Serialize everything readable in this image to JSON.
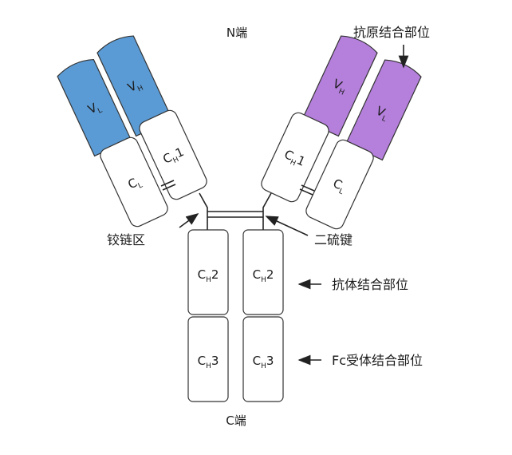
{
  "labels": {
    "n_terminus": "N端",
    "c_terminus": "C端",
    "antigen_site": "抗原结合部位",
    "hinge": "铰链区",
    "disulfide": "二硫键",
    "antibody_site": "抗体结合部位",
    "fc_site": "Fc受体结合部位"
  },
  "domains": {
    "left": {
      "vl": {
        "main": "V",
        "sub": "L"
      },
      "vh": {
        "main": "V",
        "sub": "H"
      },
      "cl": {
        "main": "C",
        "sub": "L"
      },
      "ch1": {
        "main": "C",
        "sub": "H",
        "suffix": "1"
      }
    },
    "right": {
      "vh": {
        "main": "V",
        "sub": "H"
      },
      "vl": {
        "main": "V",
        "sub": "L"
      },
      "ch1": {
        "main": "C",
        "sub": "H",
        "suffix": "1"
      },
      "cl": {
        "main": "C",
        "sub": "L"
      }
    },
    "fc": {
      "ch2_left": {
        "main": "C",
        "sub": "H",
        "suffix": "2"
      },
      "ch2_right": {
        "main": "C",
        "sub": "H",
        "suffix": "2"
      },
      "ch3_left": {
        "main": "C",
        "sub": "H",
        "suffix": "3"
      },
      "ch3_right": {
        "main": "C",
        "sub": "H",
        "suffix": "3"
      }
    }
  },
  "colors": {
    "variable_left": "#5b9bd5",
    "variable_right": "#b57fdc",
    "constant": "#ffffff",
    "outline": "#333333"
  }
}
